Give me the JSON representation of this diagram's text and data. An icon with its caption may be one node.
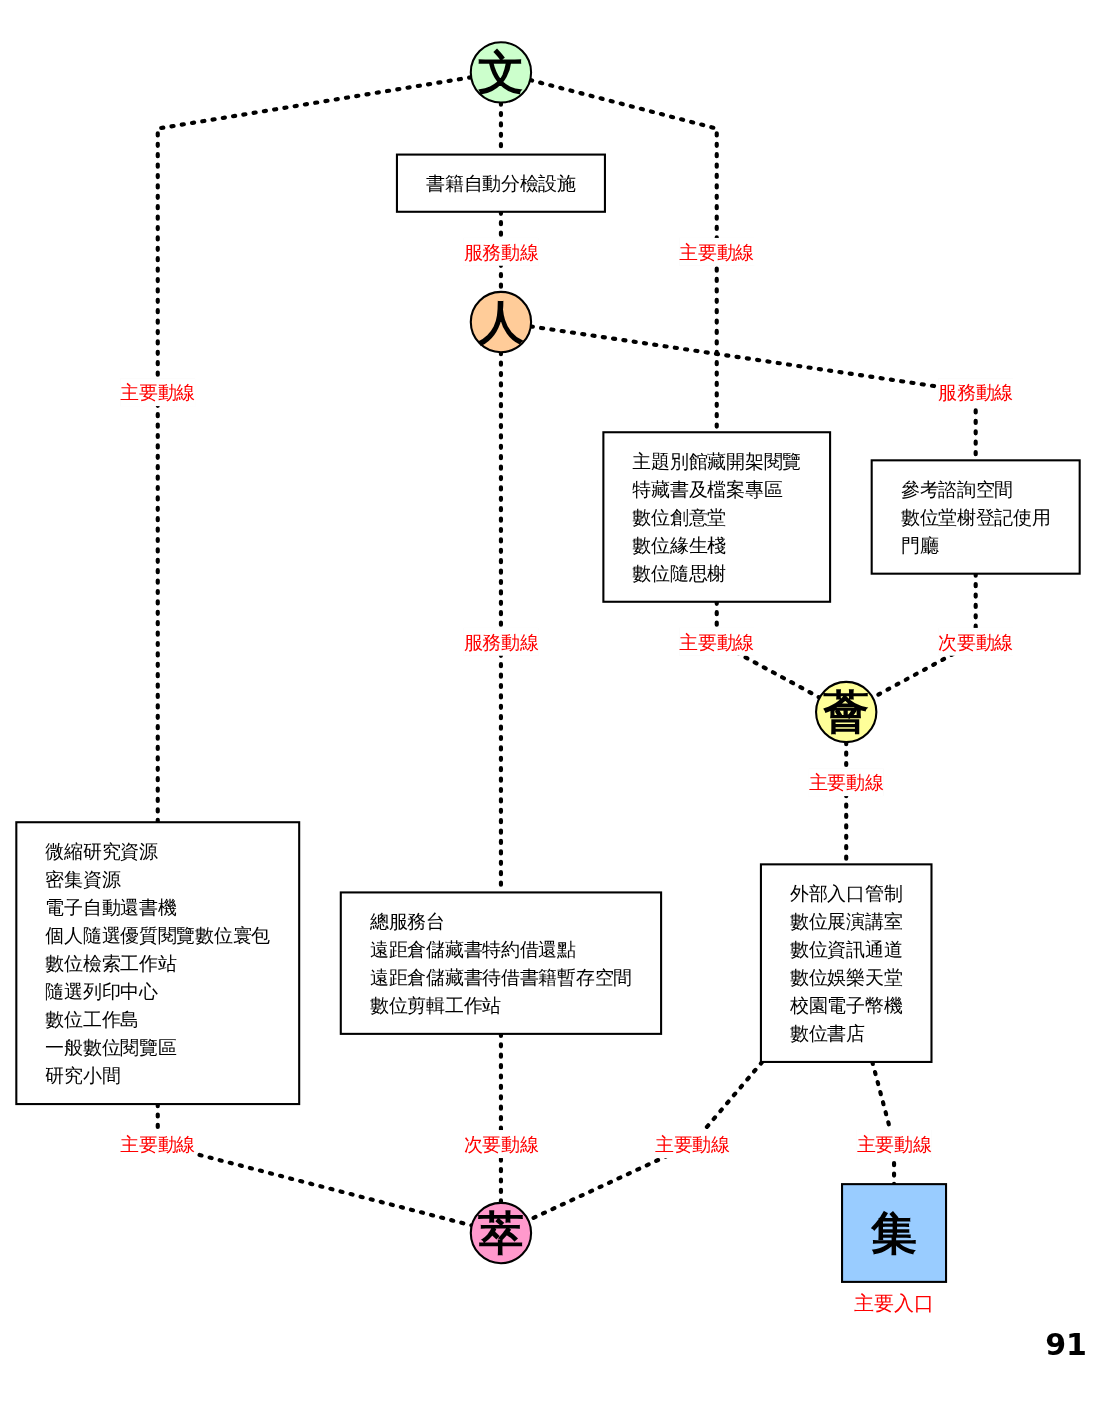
{
  "diagram": {
    "nodes": [
      {
        "text": [
          "文"
        ]
      },
      {
        "text": [
          "書籍自動分檢設施"
        ]
      },
      {
        "text": [
          "主題別館藏開架閱覽",
          "特藏書及檔案專區",
          "數位創意堂",
          "數位緣生棧",
          "數位隨思榭"
        ]
      },
      {
        "text": [
          "微縮研究資源",
          "密集資源",
          "電子自動還書機",
          "個人隨選優質閱覽數位寰包",
          "數位檢索工作站",
          "隨選列印中心",
          "數位工作島",
          "一般數位閱覽區",
          "研究小間"
        ]
      },
      {
        "text": [
          "人"
        ]
      },
      {
        "text": [
          "參考諮詢空間",
          "數位堂榭登記使用",
          "門廳"
        ]
      },
      {
        "text": [
          "總服務台",
          "遠距倉儲藏書特約借還點",
          "遠距倉儲藏書待借書籍暫存空間",
          "數位剪輯工作站"
        ]
      },
      {
        "text": [
          "薈"
        ]
      },
      {
        "text": [
          "外部入口管制",
          "數位展演講室",
          "數位資訊通道",
          "數位娛樂天堂",
          "校園電子幣機",
          "數位書店"
        ]
      },
      {
        "text": [
          "萃"
        ]
      },
      {
        "text": [
          "集"
        ],
        "beside": [
          "主要入口"
        ]
      }
    ],
    "edges": [
      {
        "from": 0,
        "to": 2,
        "arrow": "none",
        "label": "主要動線",
        "style": "dashed"
      },
      {
        "from": 0,
        "to": 1,
        "arrow": "none",
        "style": "dashed"
      },
      {
        "from": 0,
        "to": 3,
        "arrow": "none",
        "label": "主要動線",
        "style": "dashed"
      },
      {
        "from": 1,
        "to": 4,
        "arrow": "none",
        "label": "服務動線",
        "style": "dashed"
      },
      {
        "from": 4,
        "to": 5,
        "arrow": "none",
        "label": "服務動線",
        "style": "dashed"
      },
      {
        "from": 4,
        "to": 6,
        "arrow": "none",
        "label": "服務動線",
        "style": "dashed"
      },
      {
        "from": 2,
        "to": 7,
        "arrow": "none",
        "label": "主要動線",
        "style": "dashed"
      },
      {
        "from": 3,
        "to": 9,
        "arrow": "none",
        "label": "主要動線",
        "style": "dashed"
      },
      {
        "from": 5,
        "to": 7,
        "arrow": "none",
        "label": "次要動線",
        "style": "dashed"
      },
      {
        "from": 6,
        "to": 9,
        "arrow": "none",
        "label": "次要動線",
        "style": "dashed"
      },
      {
        "from": 7,
        "to": 8,
        "arrow": "none",
        "label": "主要動線",
        "style": "dashed"
      },
      {
        "from": 8,
        "to": 9,
        "arrow": "none",
        "label": "主要動線",
        "style": "dashed"
      },
      {
        "from": 8,
        "to": 10,
        "arrow": "none",
        "label": "主要動線",
        "style": "dashed"
      }
    ],
    "labels": [
      "91"
    ]
  }
}
